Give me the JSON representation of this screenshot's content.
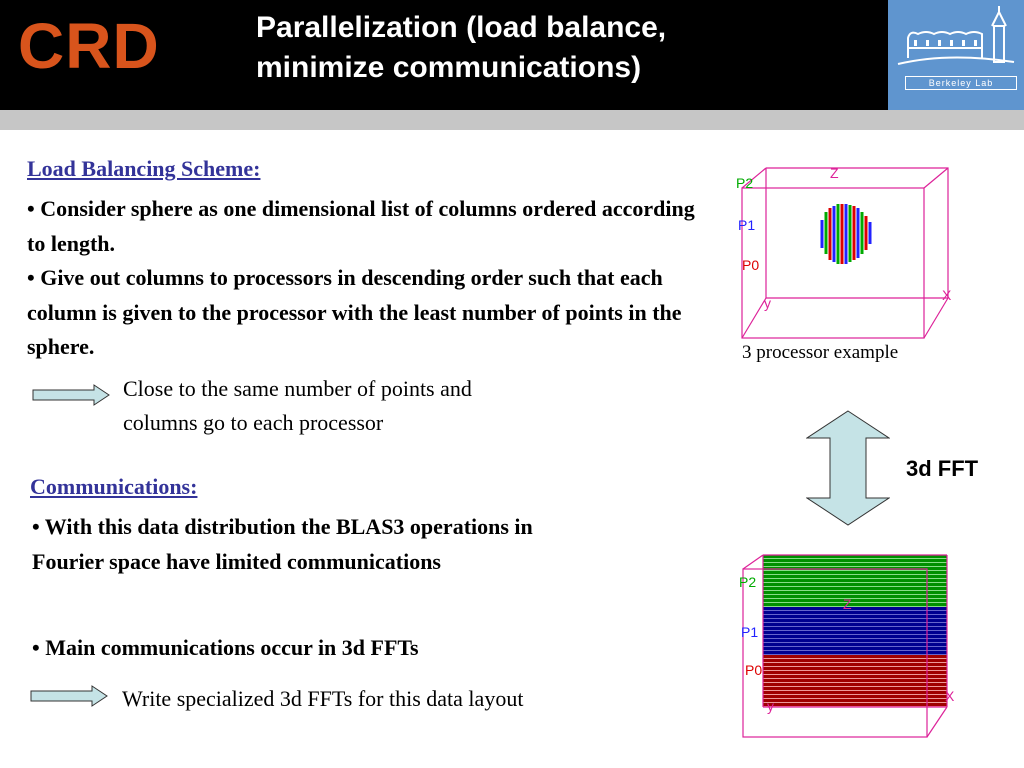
{
  "header": {
    "logo_text": "CRD",
    "title_line1": "Parallelization (load balance,",
    "title_line2": "minimize communications)",
    "lab_logo_text": "Berkeley Lab"
  },
  "load_balancing": {
    "heading": "Load Balancing Scheme:",
    "bullet1": "• Consider sphere as one dimensional list of columns ordered according to length.",
    "bullet2": "• Give out columns to processors in descending order such that each column is given to the processor with the least number of points in the sphere.",
    "result_line1": "Close to the same number of points and",
    "result_line2": "columns go to each processor"
  },
  "communications": {
    "heading": "Communications:",
    "bullet1": "• With this data distribution the BLAS3 operations in Fourier space have limited communications",
    "bullet2": "• Main communications occur in 3d FFTs",
    "result": "Write specialized 3d FFTs for this data layout"
  },
  "figures": {
    "caption": "3 processor example",
    "fft_label": "3d FFT",
    "top_labels": {
      "p2": "P2",
      "p1": "P1",
      "p0": "P0",
      "z": "Z",
      "x": "X",
      "y": "y"
    },
    "bottom_labels": {
      "p2": "P2",
      "p1": "P1",
      "p0": "P0",
      "z": "Z",
      "x": "X",
      "y": "y"
    }
  },
  "colors": {
    "logo_orange": "#d8541c",
    "lab_blue": "#5f95cf",
    "heading_blue": "#333399",
    "arrow_fill": "#c5e3e6",
    "p0_red": "#a00000",
    "p1_blue": "#000090",
    "p2_green": "#009000",
    "axis_magenta": "#dd2299"
  }
}
